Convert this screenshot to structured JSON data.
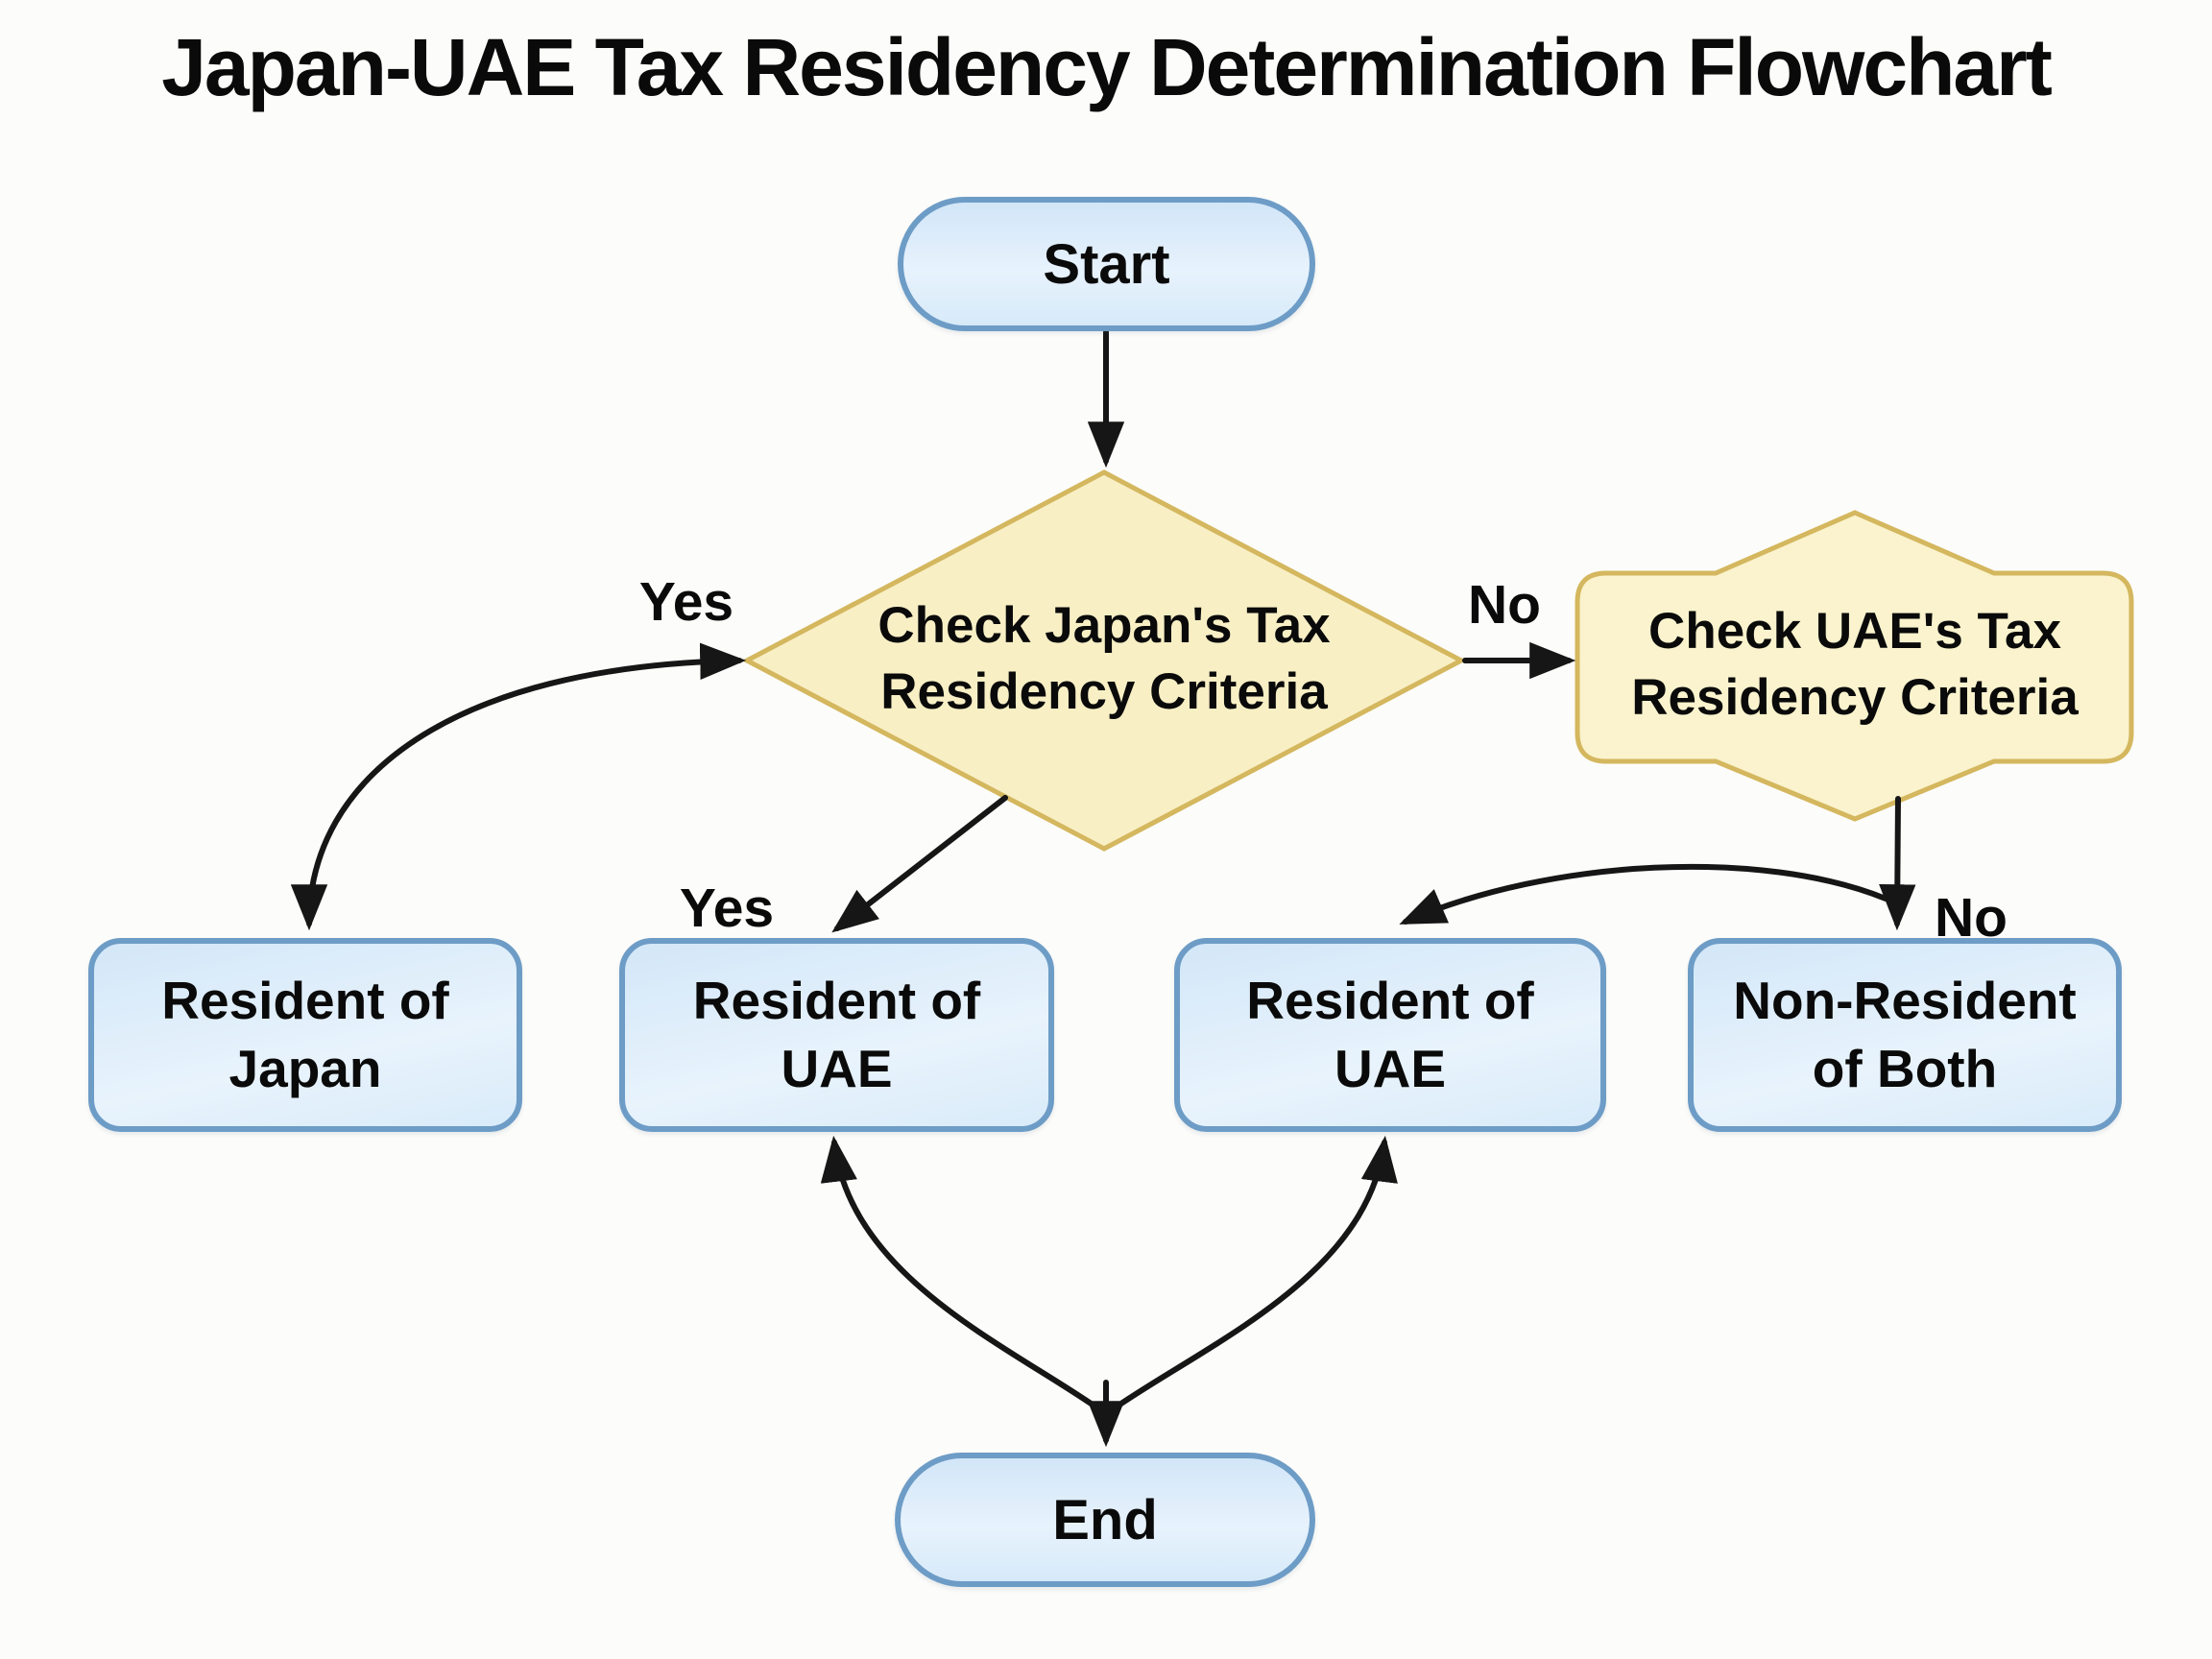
{
  "title": "Japan-UAE Tax Residency Determination Flowchart",
  "nodes": {
    "start": {
      "label": "Start"
    },
    "check_japan": {
      "line1": "Check Japan's Tax",
      "line2": "Residency Criteria"
    },
    "check_uae": {
      "line1": "Check UAE's Tax",
      "line2": "Residency Criteria"
    },
    "resident_japan": {
      "line1": "Resident of",
      "line2": "Japan"
    },
    "resident_uae_left": {
      "line1": "Resident of",
      "line2": "UAE"
    },
    "resident_uae_right": {
      "line1": "Resident of",
      "line2": "UAE"
    },
    "non_resident_both": {
      "line1": "Non-Resident",
      "line2": "of Both"
    },
    "end": {
      "label": "End"
    }
  },
  "edge_labels": {
    "japan_check_yes_left": "Yes",
    "japan_check_yes_lower": "Yes",
    "japan_check_no": "No",
    "uae_check_no": "No"
  },
  "colors": {
    "background": "#fcfcfa",
    "terminator_fill": "#d9eaf8",
    "terminator_border": "#6d9cc6",
    "result_fill": "#dcecf9",
    "result_border": "#6d9cc6",
    "decision_fill": "#f8efc5",
    "decision_border": "#d4b75e",
    "arrow": "#161616",
    "text": "#0a0a0a"
  }
}
